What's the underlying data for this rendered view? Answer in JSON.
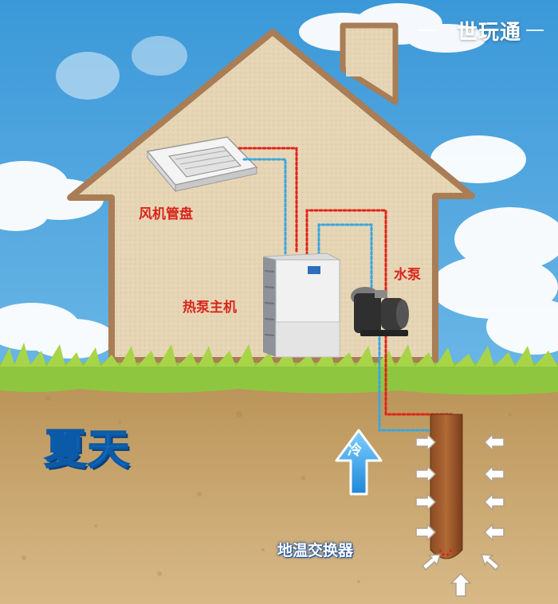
{
  "brand": {
    "name": "世玩通"
  },
  "labels": {
    "fan_coil": "风机管盘",
    "heat_pump": "热泵主机",
    "water_pump": "水泵",
    "season": "夏天",
    "cold": "冷",
    "ground_exchanger": "地温交换器"
  },
  "colors": {
    "sky": "#4aa3dc",
    "house_wall": "#e6d5b5",
    "roof_outline": "#a97d55",
    "grass": "#8fc640",
    "soil": "#c9a46c",
    "hot_pipe": "#e0251b",
    "cold_pipe": "#3aa6e0",
    "label_red": "#d8261c",
    "season_blue": "#1e8fe0"
  },
  "icons": [
    "fan-coil-unit-icon",
    "heat-pump-unit-icon",
    "water-pump-icon",
    "up-arrow-icon",
    "inward-arrow-icon"
  ]
}
